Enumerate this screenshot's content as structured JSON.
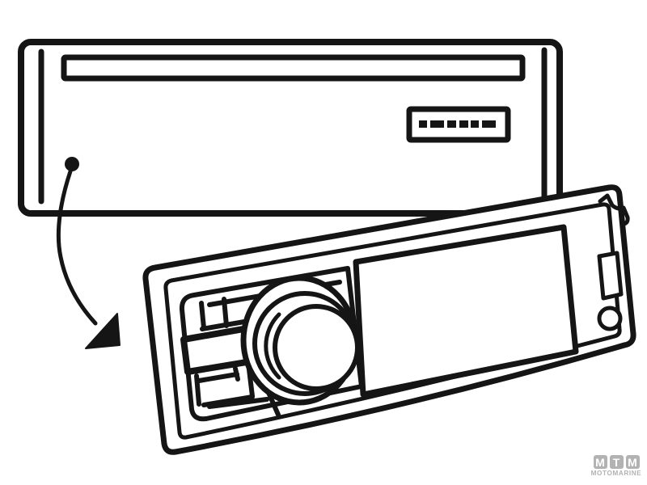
{
  "diagram": {
    "kind": "line-art instructional diagram",
    "subject": "car stereo head unit with detachable faceplate",
    "line_color": "#151515",
    "background_color": "#ffffff",
    "parts": [
      "head-unit-chassis",
      "left-groove",
      "right-groove",
      "disc-slot",
      "segment-display",
      "display-dashes",
      "release-point-dot",
      "detach-arrow",
      "faceplate",
      "faceplate-inner-outline",
      "display-window",
      "corner-notch",
      "side-button",
      "side-round-button",
      "button-pad",
      "bar-button",
      "volume-knob"
    ]
  },
  "logo": {
    "letters": [
      "M",
      "T",
      "M"
    ],
    "subtitle": "MOTOMARINE",
    "box_color": "#b2b2b2",
    "text_color": "#b2b2b2"
  }
}
